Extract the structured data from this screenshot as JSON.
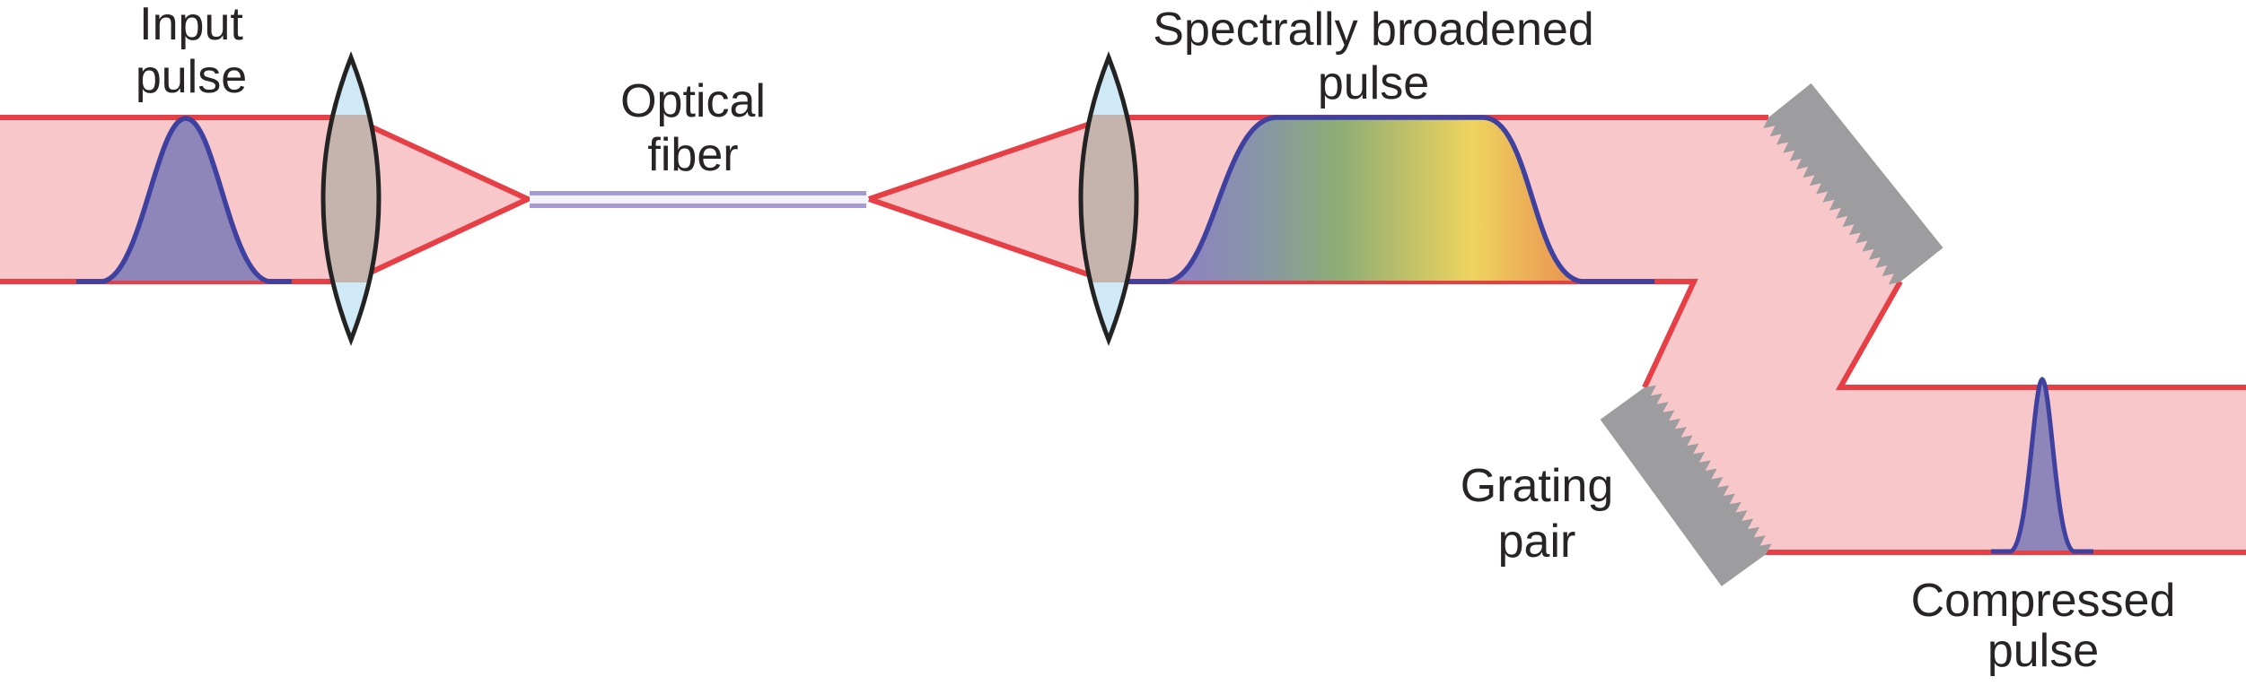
{
  "figure": {
    "type": "optics-schematic",
    "subject": "optical pulse compression with fiber and grating pair"
  },
  "labels": {
    "input_pulse": {
      "line1": "Input",
      "line2": "pulse"
    },
    "optical_fiber": {
      "line1": "Optical",
      "line2": "fiber"
    },
    "broadened": {
      "line1": "Spectrally broadened",
      "line2": "pulse"
    },
    "grating_pair": {
      "line1": "Grating",
      "line2": "pair"
    },
    "compressed": {
      "line1": "Compressed",
      "line2": "pulse"
    }
  },
  "colors": {
    "beam_fill": "#f7c7c9",
    "beam_edge": "#e63f46",
    "pulse_fill": "#8e86b9",
    "pulse_outline": "#3e41a0",
    "fiber_line": "#a59bd2",
    "fiber_core": "#f3f1fa",
    "lens_fill": "#cfeaf6",
    "lens_glass_over_beam": "#c5b4ad",
    "lens_outline": "#232323",
    "grating_fill": "#9d9da0",
    "label_text": "#282425",
    "spectrum_gradient": [
      "#8d85bd",
      "#8796a6",
      "#8cad76",
      "#c9c567",
      "#eed45f",
      "#eba254",
      "#e8864b"
    ]
  },
  "components": [
    "input-pulse-waveform",
    "focusing-lens",
    "optical-fiber",
    "collimating-lens",
    "spectrally-broadened-pulse-waveform",
    "diffraction-grating-1",
    "diffraction-grating-2",
    "compressed-pulse-waveform",
    "laser-beam-path"
  ]
}
